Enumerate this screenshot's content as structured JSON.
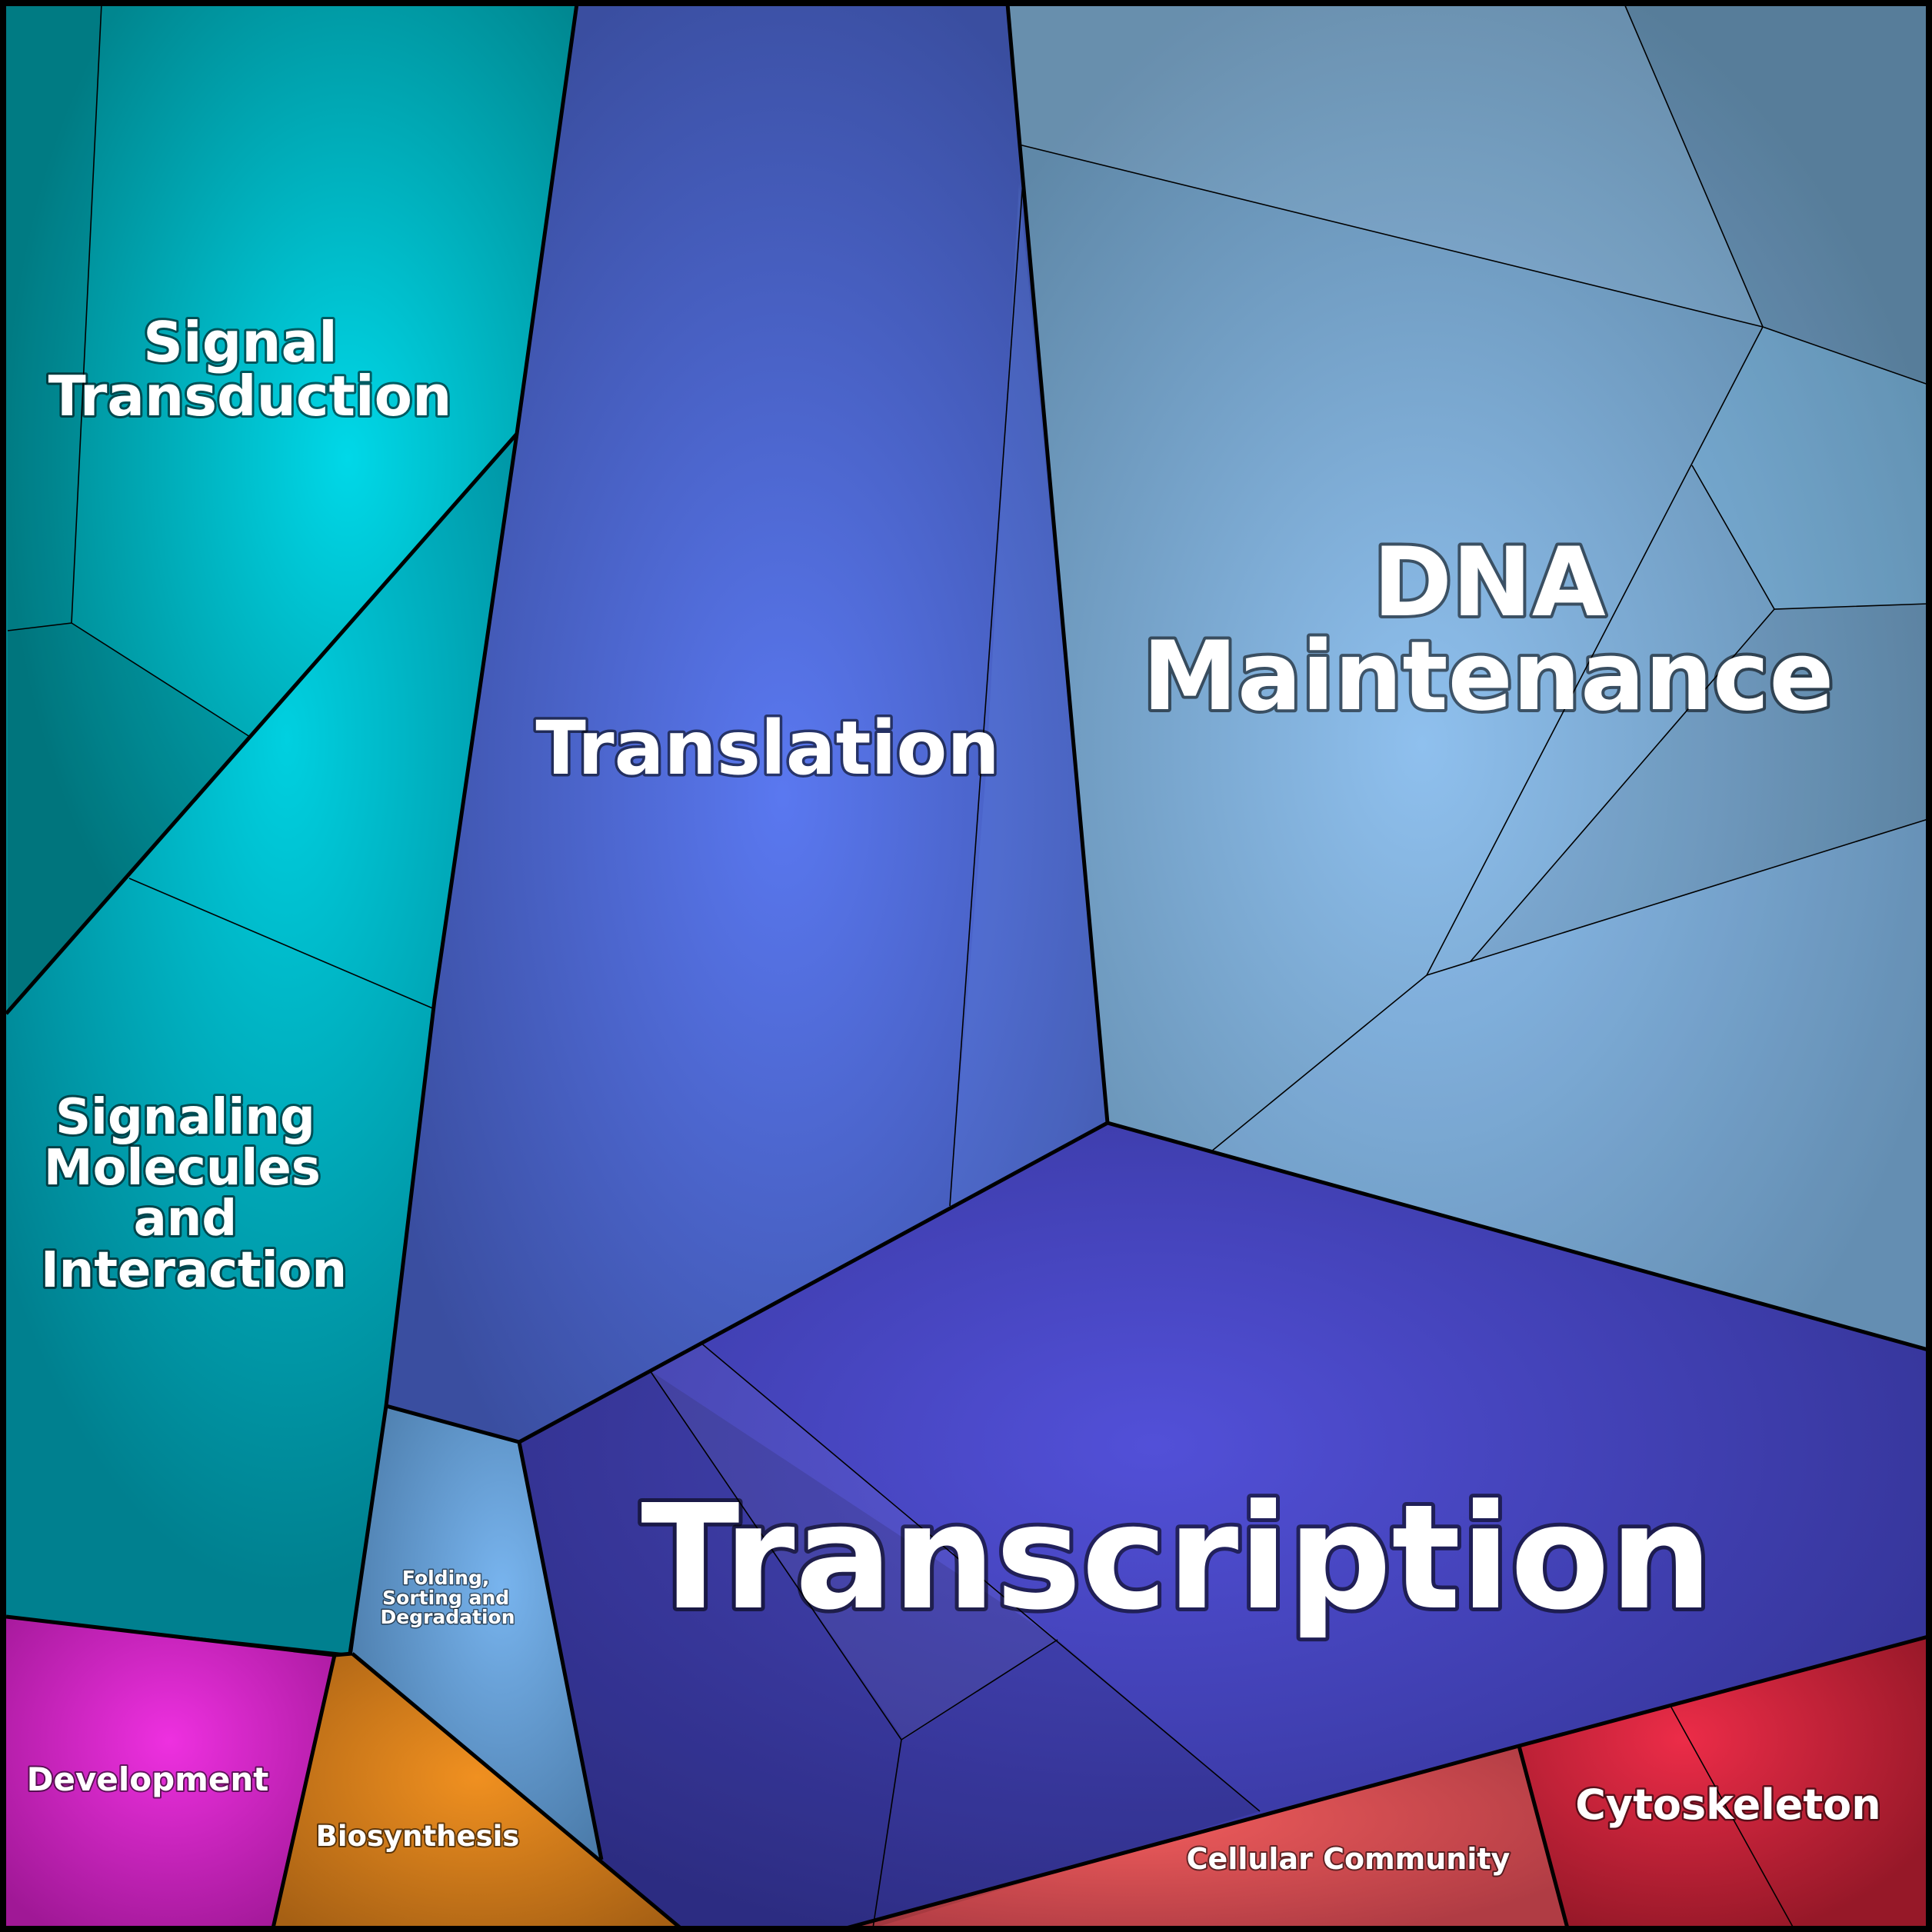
{
  "title": "",
  "colors": {
    "signal_transduction": "#00a5b5",
    "signaling_molecules": "#00a0b0",
    "translation": "#4a63d8",
    "dna_maintenance": "#7aa6d0",
    "transcription": "#4444c0",
    "folding": "#5f98d0",
    "development": "#d020c8",
    "biosynthesis": "#d88018",
    "cellular_community": "#d84a50",
    "cytoskeleton": "#c8203c",
    "border": "#000000"
  },
  "cells": [
    {
      "key": "signal_transduction",
      "label": [
        "Signal",
        "Transduction"
      ]
    },
    {
      "key": "signaling_molecules",
      "label": [
        "Signaling",
        "Molecules",
        "and",
        "Interaction"
      ]
    },
    {
      "key": "translation",
      "label": [
        "Translation"
      ]
    },
    {
      "key": "dna_maintenance",
      "label": [
        "DNA",
        "Maintenance"
      ]
    },
    {
      "key": "transcription",
      "label": [
        "Transcription"
      ]
    },
    {
      "key": "folding",
      "label": [
        "Folding,",
        "Sorting and",
        "Degradation"
      ]
    },
    {
      "key": "development",
      "label": [
        "Development"
      ]
    },
    {
      "key": "biosynthesis",
      "label": [
        "Biosynthesis"
      ]
    },
    {
      "key": "cellular_community",
      "label": [
        "Cellular Community"
      ]
    },
    {
      "key": "cytoskeleton",
      "label": [
        "Cytoskeleton"
      ]
    }
  ]
}
